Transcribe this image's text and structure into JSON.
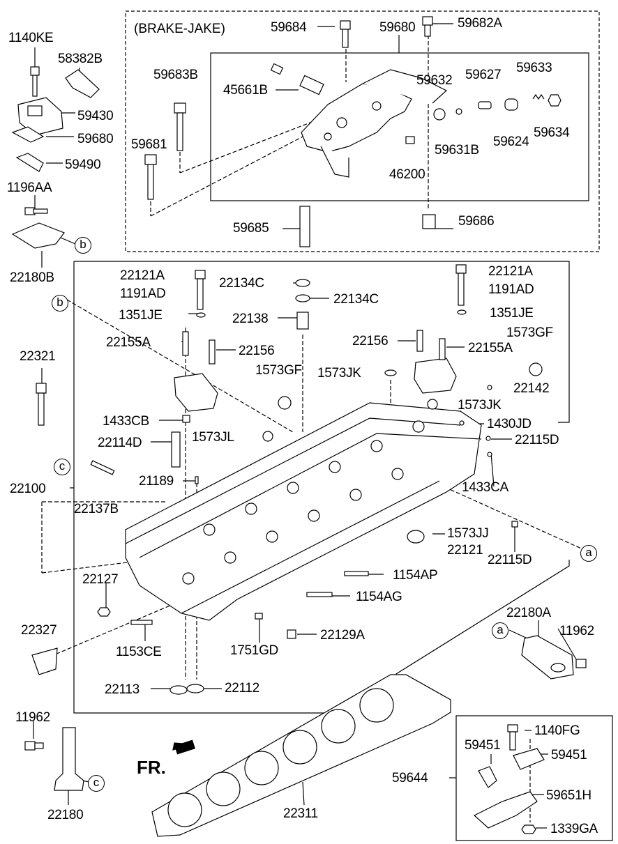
{
  "section_title": "(BRAKE-JAKE)",
  "direction_label": "FR.",
  "ref_letters": {
    "a": "a",
    "b": "b",
    "c": "c"
  },
  "parts": {
    "p1140KE": "1140KE",
    "p58382B": "58382B",
    "p59430": "59430",
    "p59680_left": "59680",
    "p59490": "59490",
    "p1196AA": "1196AA",
    "p22180B": "22180B",
    "p59684": "59684",
    "p59680_top": "59680",
    "p59682A": "59682A",
    "p59683B": "59683B",
    "p45661B": "45661B",
    "p59632": "59632",
    "p59627": "59627",
    "p59633": "59633",
    "p59681": "59681",
    "p59631B": "59631B",
    "p59624": "59624",
    "p59634": "59634",
    "p46200": "46200",
    "p59685": "59685",
    "p59686": "59686",
    "p22121A_l": "22121A",
    "p1191AD_l": "1191AD",
    "p22134C_a": "22134C",
    "p22134C_b": "22134C",
    "p1351JE_l": "1351JE",
    "p22138": "22138",
    "p22121A_r": "22121A",
    "p1191AD_r": "1191AD",
    "p1351JE_r": "1351JE",
    "p22155A_l": "22155A",
    "p22156_l": "22156",
    "p22156_r": "22156",
    "p22155A_r": "22155A",
    "p1573GF_r": "1573GF",
    "p22321": "22321",
    "p1573GF_m": "1573GF",
    "p1573JK_a": "1573JK",
    "p22142": "22142",
    "p1573JK_b": "1573JK",
    "p1433CB": "1433CB",
    "p1430JD": "1430JD",
    "p22114D": "22114D",
    "p1573JL": "1573JL",
    "p22115D_a": "22115D",
    "p21189": "21189",
    "p22100": "22100",
    "p22137B": "22137B",
    "p1433CA": "1433CA",
    "p1573JJ": "1573JJ",
    "p22121": "22121",
    "p22115D_b": "22115D",
    "p22127": "22127",
    "p1154AP": "1154AP",
    "p1154AG": "1154AG",
    "p22180A": "22180A",
    "p22327": "22327",
    "p11962_r": "11962",
    "p22129A": "22129A",
    "p1153CE": "1153CE",
    "p1751GD": "1751GD",
    "p22113": "22113",
    "p22112": "22112",
    "p11962_l": "11962",
    "p1140FG": "1140FG",
    "p59451_a": "59451",
    "p59451_b": "59451",
    "p59644": "59644",
    "p59651H": "59651H",
    "p22180": "22180",
    "p22311": "22311",
    "p1339GA": "1339GA"
  }
}
